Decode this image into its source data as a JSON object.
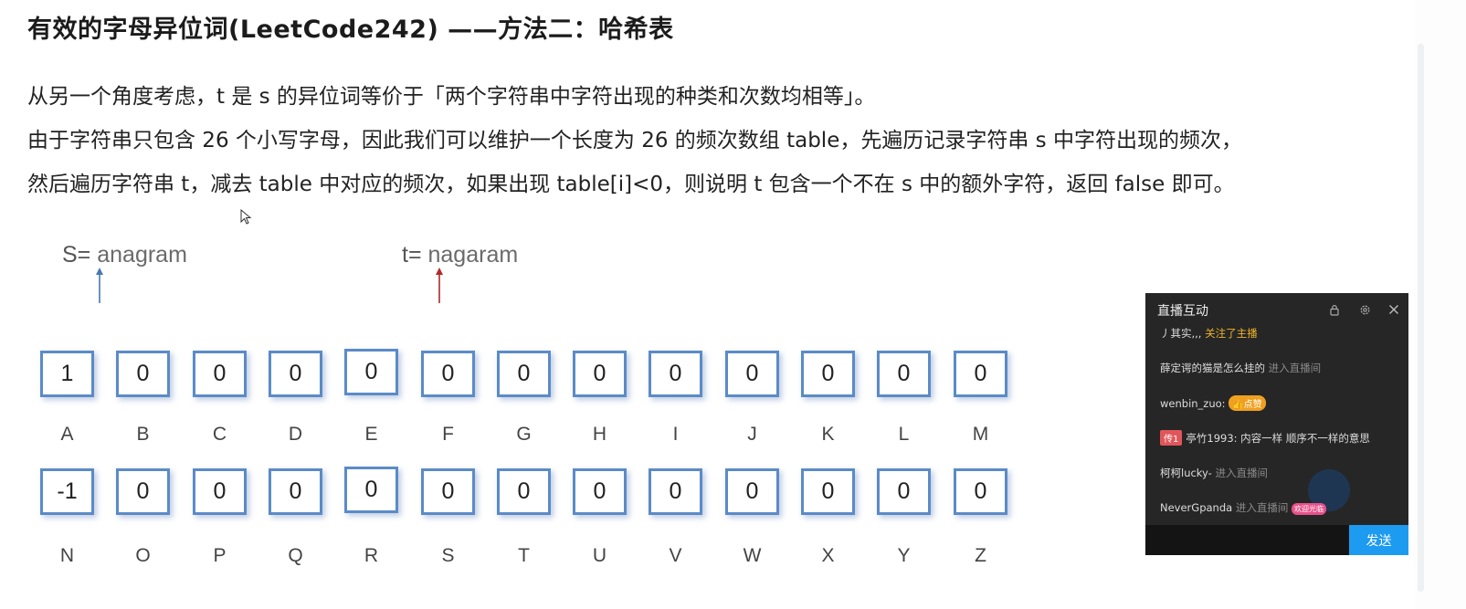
{
  "slide": {
    "title": "有效的字母异位词(LeetCode242) ——方法二：哈希表",
    "lines": [
      "从另一个角度考虑，t 是 s 的异位词等价于「两个字符串中字符出现的种类和次数均相等」。",
      "由于字符串只包含 26 个小写字母，因此我们可以维护一个长度为 26 的频次数组 table，先遍历记录字符串 s 中字符出现的频次，",
      "然后遍历字符串 t，减去 table 中对应的频次，如果出现 table[i]<0，则说明 t 包含一个不在 s 中的额外字符，返回 false 即可。"
    ],
    "s_label": "S= ",
    "s_value": "anagram",
    "t_label": "t= ",
    "t_value": "nagaram",
    "colors": {
      "s_arrow": "#4a78b0",
      "t_arrow": "#b02a2a",
      "cell_border": "#5b8bc7"
    },
    "table_row1": {
      "values": [
        "1",
        "0",
        "0",
        "0",
        "0",
        "0",
        "0",
        "0",
        "0",
        "0",
        "0",
        "0",
        "0"
      ],
      "letters": [
        "A",
        "B",
        "C",
        "D",
        "E",
        "F",
        "G",
        "H",
        "I",
        "J",
        "K",
        "L",
        "M"
      ]
    },
    "table_row2": {
      "values": [
        "-1",
        "0",
        "0",
        "0",
        "0",
        "0",
        "0",
        "0",
        "0",
        "0",
        "0",
        "0",
        "0"
      ],
      "letters": [
        "N",
        "O",
        "P",
        "Q",
        "R",
        "S",
        "T",
        "U",
        "V",
        "W",
        "X",
        "Y",
        "Z"
      ]
    }
  },
  "chat": {
    "title": "直播互动",
    "header_icons": [
      "lock-icon",
      "gear-icon",
      "close-icon"
    ],
    "messages": [
      {
        "user": "丿其实,,,",
        "text": " 关注了主播",
        "style": "gold"
      },
      {
        "user": "薛定谔的猫是怎么挂的",
        "text": " 进入直播间",
        "style": "gray"
      },
      {
        "user": "wenbin_zuo: ",
        "badge": "👍点赞",
        "style": "like"
      },
      {
        "level": "传1",
        "user": "亭竹1993: ",
        "text": "内容一样 顺序不一样的意思",
        "style": "plain"
      },
      {
        "user": "柯柯lucky-",
        "text": " 进入直播间",
        "style": "gray"
      },
      {
        "user": "NeverGpanda",
        "text": " 进入直播间",
        "badge": "欢迎光临",
        "style": "gray"
      }
    ],
    "input_value": "",
    "send_label": "发送"
  }
}
